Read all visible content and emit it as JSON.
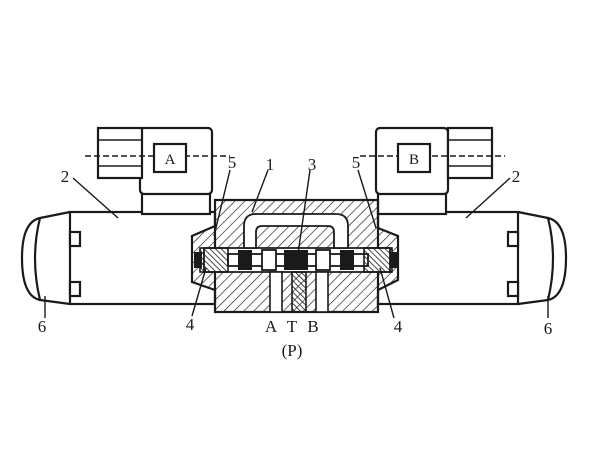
{
  "coils": {
    "left": "A",
    "right": "B"
  },
  "callouts": {
    "c1": "1",
    "c2_left": "2",
    "c2_right": "2",
    "c3": "3",
    "c4_left": "4",
    "c4_right": "4",
    "c5_left": "5",
    "c5_right": "5",
    "c6_left": "6",
    "c6_right": "6"
  },
  "ports": {
    "a": "A",
    "t": "T",
    "b": "B",
    "p": "(P)"
  }
}
